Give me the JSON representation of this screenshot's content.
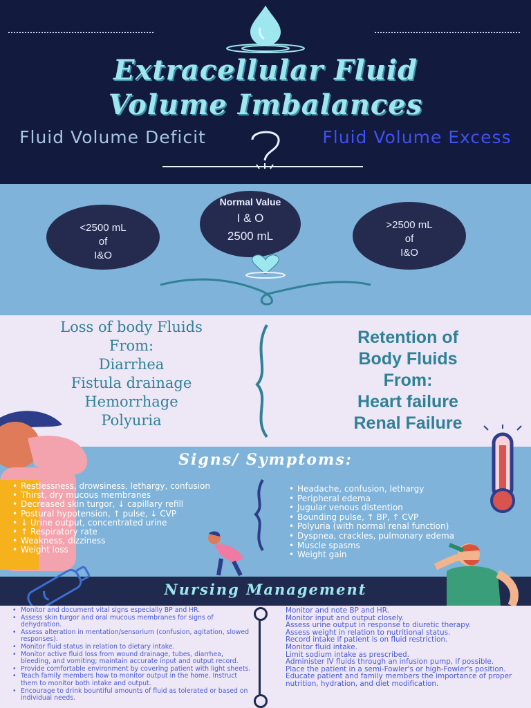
{
  "header": {
    "title_line1": "Extracellular Fluid",
    "title_line2": "Volume Imbalances",
    "deficit_label": "Fluid Volume Deficit",
    "excess_label": "Fluid Volume Excess",
    "accent_color": "#9ee7ee",
    "excess_color": "#3f51f1"
  },
  "normal_value": {
    "title": "Normal Value",
    "io": "I & O",
    "value": "2500 mL",
    "deficit_value": "<2500 mL",
    "deficit_of": "of",
    "deficit_io": "I&O",
    "excess_value": ">2500 mL",
    "excess_of": "of",
    "excess_io": "I&O"
  },
  "causes": {
    "deficit": [
      "Loss of body Fluids",
      "From:",
      "Diarrhea",
      "Fistula drainage",
      "Hemorrhage",
      "Polyuria"
    ],
    "excess": [
      "Retention of",
      "Body Fluids",
      "From:",
      "Heart failure",
      "Renal Failure"
    ]
  },
  "signs": {
    "title": "Signs/ Symptoms:",
    "deficit": [
      "Restlessness, drowsiness, lethargy, confusion",
      "Thirst, dry mucous membranes",
      "Decreased skin turgor, ↓ capillary refill",
      "Postural hypotension, ↑ pulse, ↓ CVP",
      "↓ Urine output, concentrated urine",
      "↑ Respiratory rate",
      "Weakness, dizziness",
      "Weight loss"
    ],
    "excess": [
      "Headache, confusion, lethargy",
      "Peripheral edema",
      "Jugular venous distention",
      "Bounding pulse, ↑ BP, ↑ CVP",
      "Polyuria (with normal renal function)",
      "Dyspnea, crackles, pulmonary edema",
      "Muscle spasms",
      "Weight gain"
    ]
  },
  "nursing": {
    "title": "Nursing Management",
    "deficit": [
      "Monitor and document vital signs especially BP and HR.",
      "Assess skin turgor and oral mucous membranes for signs of dehydration.",
      "Assess alteration in mentation/sensorium (confusion, agitation, slowed responses).",
      "Monitor fluid status in relation to dietary intake.",
      "Monitor active fluid loss from wound drainage, tubes, diarrhea, bleeding, and vomiting; maintain accurate input and output record.",
      "Provide comfortable environment by covering patient with light sheets.",
      "Teach family members how to monitor output in the home. Instruct them to monitor both intake and output.",
      "Encourage to drink bountiful amounts of fluid as tolerated or based on individual needs."
    ],
    "excess": [
      "Monitor and note BP and HR.",
      "Monitor input and output closely.",
      "Assess urine output in response to diuretic therapy.",
      "Assess weight in relation to nutritional status.",
      "Record intake if patient is on fluid restriction.",
      "Monitor fluid intake.",
      "Limit sodium intake as prescribed.",
      "Administer IV fluids through an infusion pump, if possible.",
      "Place the patient in a semi-Fowler's or high-Fowler's position.",
      "Educate patient and family members the importance of proper nutrition, hydration, and diet modification."
    ]
  }
}
